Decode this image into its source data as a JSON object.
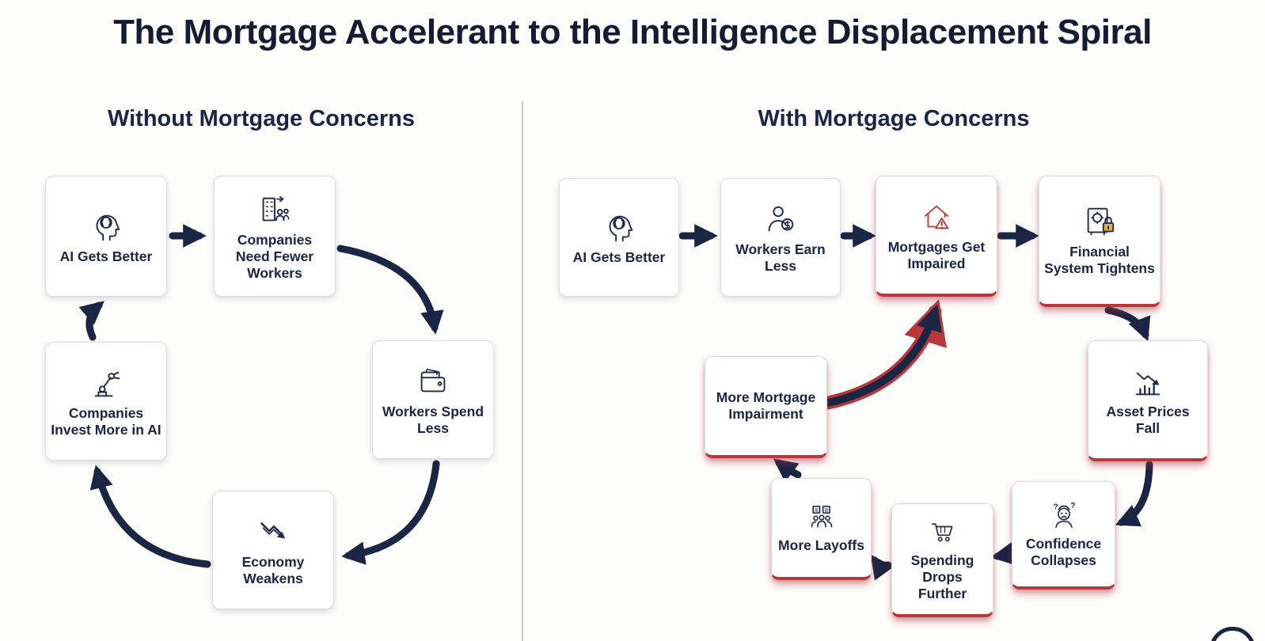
{
  "title": "The Mortgage Accelerant to the Intelligence Displacement Spiral",
  "colors": {
    "navy": "#1b2544",
    "red": "#b8373d",
    "card_border": "#dcdce0",
    "background": "#fdfdfc"
  },
  "left_panel": {
    "heading": "Without Mortgage Concerns",
    "nodes": [
      {
        "label": "AI Gets Better",
        "icon": "brain-icon"
      },
      {
        "label": "Companies Need Fewer Workers",
        "icon": "company-workers-icon"
      },
      {
        "label": "Workers Spend Less",
        "icon": "wallet-icon"
      },
      {
        "label": "Economy Weakens",
        "icon": "downturn-arrow-icon"
      },
      {
        "label": "Companies Invest More in AI",
        "icon": "robot-arm-icon"
      }
    ]
  },
  "right_panel": {
    "heading": "With Mortgage Concerns",
    "nodes": [
      {
        "label": "AI Gets Better",
        "icon": "brain-icon",
        "impaired": false
      },
      {
        "label": "Workers Earn Less",
        "icon": "worker-dollar-icon",
        "impaired": false
      },
      {
        "label": "Mortgages Get Impaired",
        "icon": "house-warning-icon",
        "impaired": true
      },
      {
        "label": "Financial System Tightens",
        "icon": "safe-lock-icon",
        "impaired": true
      },
      {
        "label": "Asset Prices Fall",
        "icon": "chart-decline-icon",
        "impaired": true
      },
      {
        "label": "Confidence Collapses",
        "icon": "worried-person-icon",
        "impaired": true
      },
      {
        "label": "Spending Drops Further",
        "icon": "shopping-cart-icon",
        "impaired": true
      },
      {
        "label": "More Layoffs",
        "icon": "layoffs-people-icon",
        "impaired": true
      },
      {
        "label": "More Mortgage Impairment",
        "icon": "none",
        "impaired": true
      }
    ]
  }
}
